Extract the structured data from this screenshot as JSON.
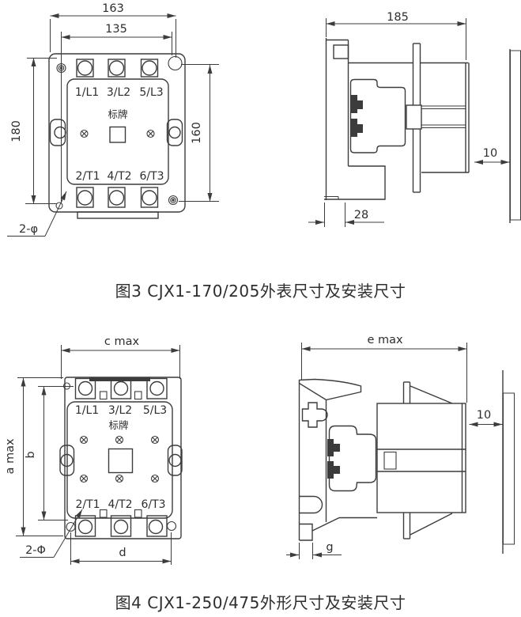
{
  "colors": {
    "line": "#3c3c3c",
    "text": "#2e2e2e",
    "bg": "#ffffff"
  },
  "figure3": {
    "caption": "图3 CJX1-170/205外表尺寸及安装尺寸",
    "front_view": {
      "terminals_top": [
        "1/L1",
        "3/L2",
        "5/L3"
      ],
      "terminals_bottom": [
        "2/T1",
        "4/T2",
        "6/T3"
      ],
      "nameplate_label": "标牌",
      "dims": {
        "overall_width": "163",
        "mounting_width": "135",
        "overall_height": "180",
        "mounting_height": "160",
        "mounting_holes": "2-φ"
      }
    },
    "side_view": {
      "dims": {
        "depth": "185",
        "wall_clearance": "10",
        "base_depth": "28"
      }
    }
  },
  "figure4": {
    "caption": "图4 CJX1-250/475外形尺寸及安装尺寸",
    "front_view": {
      "terminals_top": [
        "1/L1",
        "3/L2",
        "5/L3"
      ],
      "terminals_bottom": [
        "2/T1",
        "4/T2",
        "6/T3"
      ],
      "nameplate_label": "标牌",
      "dims": {
        "overall_width": "c max",
        "mounting_width": "d",
        "overall_height": "a max",
        "mounting_height": "b",
        "mounting_holes": "2-Φ"
      }
    },
    "side_view": {
      "dims": {
        "depth": "e max",
        "wall_clearance": "10",
        "base_depth": "g"
      }
    }
  }
}
